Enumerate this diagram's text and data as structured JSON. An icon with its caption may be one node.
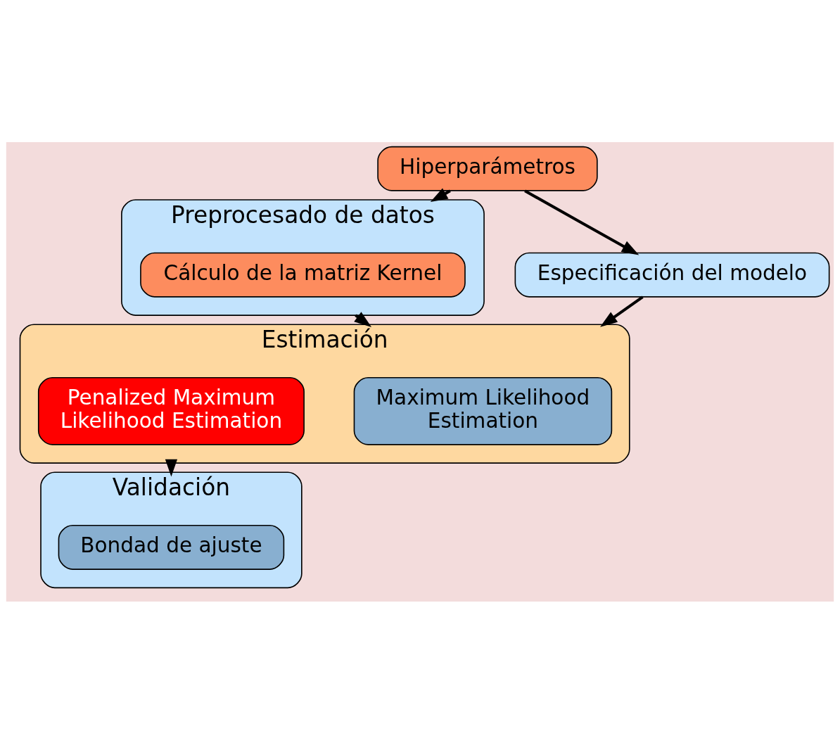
{
  "diagram": {
    "nodes": [
      {
        "text": [
          "Hiperparámetros"
        ]
      },
      {
        "text": [
          "Preprocesado de datos"
        ]
      },
      {
        "text": [
          "Cálculo de la matriz Kernel"
        ],
        "in": 1
      },
      {
        "text": [
          "Especificación del modelo"
        ]
      },
      {
        "text": [
          "Estimación"
        ]
      },
      {
        "text": [
          "Maximum Likelihood Estimation"
        ],
        "in": 4
      },
      {
        "text": [
          "Penalized Maximum Likelihood Estimation"
        ],
        "in": 4
      },
      {
        "text": [
          "Validación"
        ]
      },
      {
        "text": [
          "Bondad de ajuste"
        ],
        "in": 7
      }
    ],
    "edges": [
      {
        "from": 0,
        "to": 1,
        "arrow": "to"
      },
      {
        "from": 0,
        "to": 3,
        "arrow": "to"
      },
      {
        "from": 1,
        "to": 4,
        "arrow": "to"
      },
      {
        "from": 3,
        "to": 4,
        "arrow": "to"
      },
      {
        "from": 4,
        "to": 7,
        "arrow": "to"
      }
    ]
  }
}
